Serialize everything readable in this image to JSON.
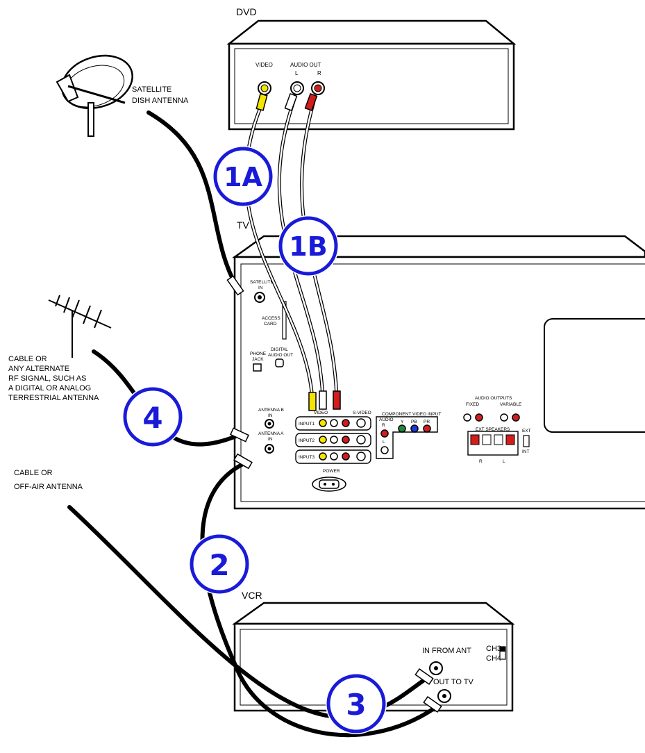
{
  "devices": {
    "dvd": {
      "label": "DVD",
      "video": "VIDEO",
      "audio_out": "AUDIO OUT",
      "l": "L",
      "r": "R"
    },
    "satellite": {
      "line1": "SATELLITE",
      "line2": "DISH ANTENNA"
    },
    "tv": {
      "label": "TV",
      "satellite_in": [
        "SATELLITE",
        "IN"
      ],
      "access_card": [
        "ACCESS",
        "CARD"
      ],
      "phone_jack": [
        "PHONE",
        "JACK"
      ],
      "digital_audio_out": [
        "DIGITAL",
        "AUDIO OUT"
      ],
      "antenna_b": [
        "ANTENNA B",
        "IN"
      ],
      "antenna_a": [
        "ANTENNA A",
        "IN"
      ],
      "inputs": [
        "INPUT1",
        "INPUT2",
        "INPUT3"
      ],
      "video_hdr": "VIDEO",
      "svideo": "S-VIDEO",
      "component": "COMPONENT VIDEO INPUT",
      "audio": "AUDIO",
      "r": "R",
      "l": "L",
      "y": "Y",
      "pb": "PB",
      "pr": "PR",
      "power": "POWER",
      "audio_outputs": "AUDIO OUTPUTS",
      "fixed": "FIXED",
      "variable": "VARIABLE",
      "ext_speakers": "EXT SPEAKERS",
      "ext": "EXT",
      "int": "INT"
    },
    "terrestrial": [
      "CABLE OR",
      "ANY ALTERNATE",
      "RF SIGNAL, SUCH AS",
      "A DIGITAL OR ANALOG",
      "TERRESTRIAL ANTENNA"
    ],
    "cable_off_air": [
      "CABLE OR",
      "OFF-AIR ANTENNA"
    ],
    "vcr": {
      "label": "VCR",
      "in_from_ant": "IN FROM ANT",
      "out_to_tv": "OUT TO TV",
      "ch3": "CH3",
      "ch4": "CH4"
    }
  },
  "steps": {
    "s1a": "1A",
    "s1b": "1B",
    "s2": "2",
    "s3": "3",
    "s4": "4"
  },
  "colors": {
    "badge_blue": "#1a1ad9",
    "jack_yellow": "#f5e400",
    "jack_red": "#d21d1d",
    "jack_green": "#1a8a3a",
    "jack_blue": "#1a3ad9",
    "line": "#000000"
  }
}
